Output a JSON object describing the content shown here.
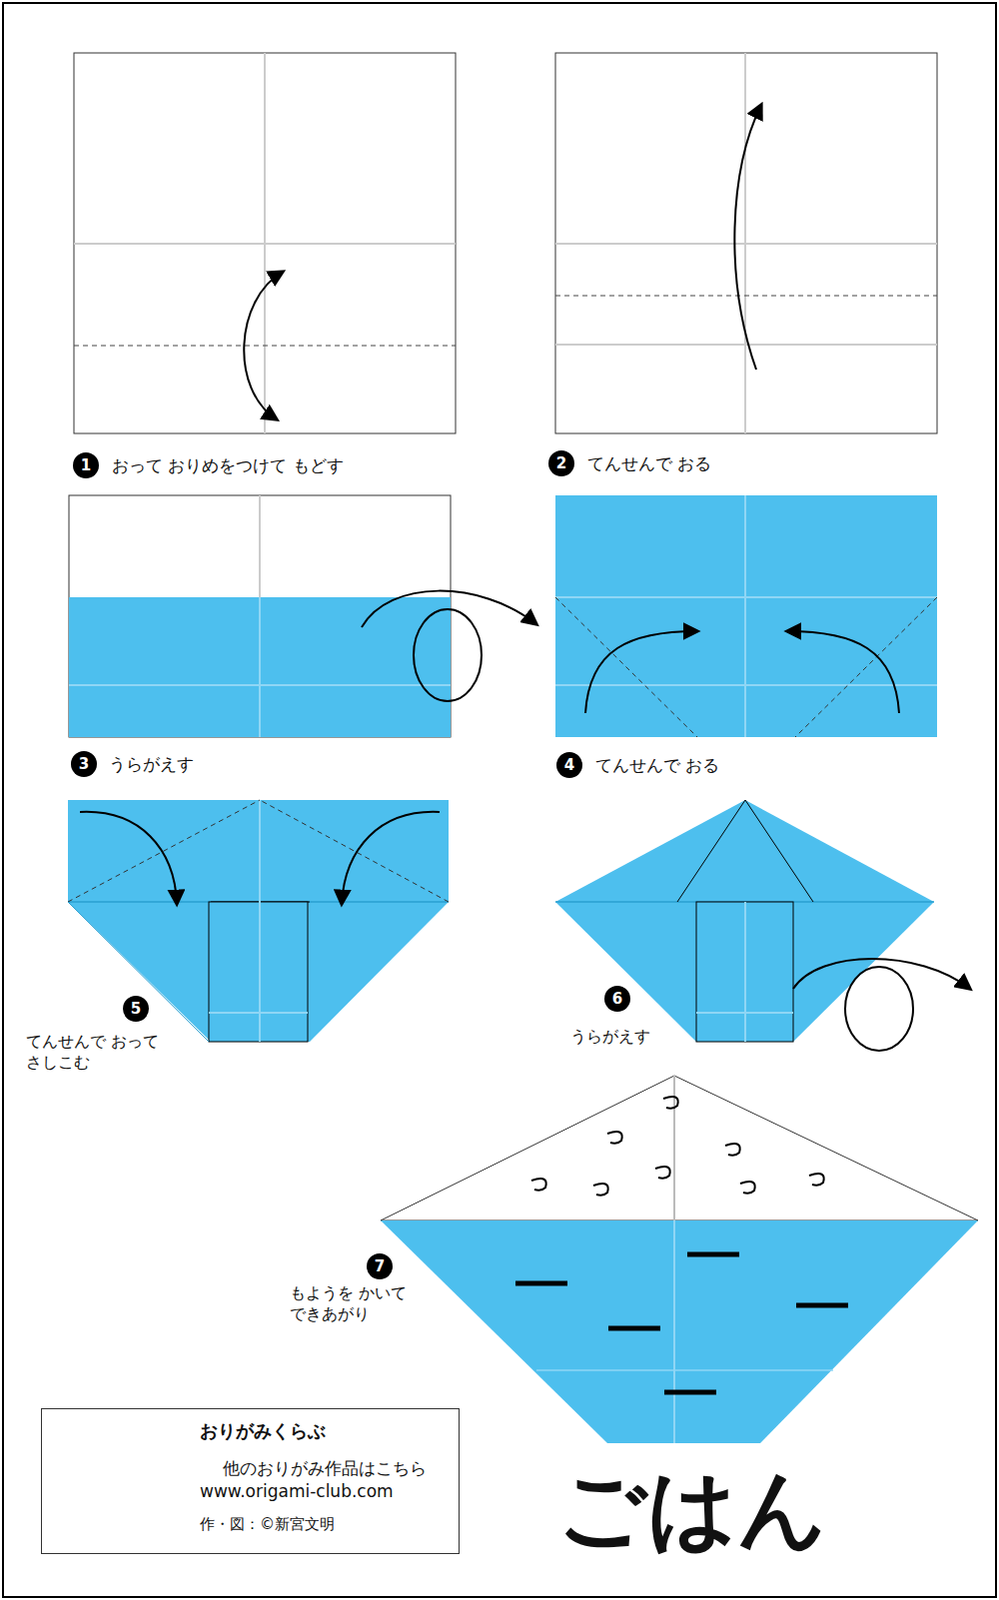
{
  "diagram": {
    "title": "ごはん",
    "nodes": [
      {
        "text": [
          "1"
        ]
      },
      {
        "text": [
          "2"
        ]
      },
      {
        "text": [
          "3"
        ]
      },
      {
        "text": [
          "4"
        ]
      },
      {
        "text": [
          "5"
        ]
      },
      {
        "text": [
          "6"
        ]
      },
      {
        "text": [
          "7"
        ]
      },
      {
        "text": [
          "おりがみくらぶ",
          "他のおりがみ作品はこちら",
          "www.origami-club.com",
          "作・図：©新宮文明"
        ]
      }
    ],
    "labels": [
      "おって おりめをつけて もどす",
      "てんせんで おる",
      "うらがえす",
      "てんせんで おる",
      "てんせんで おって さしこむ",
      "うらがえす",
      "もようを かいて できあがり"
    ]
  }
}
